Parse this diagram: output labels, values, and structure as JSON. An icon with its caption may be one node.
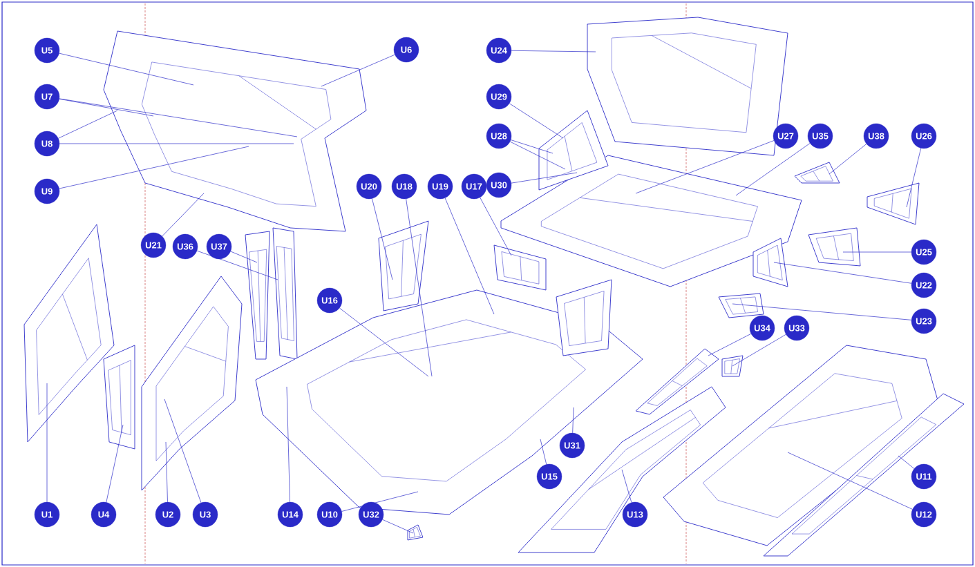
{
  "diagram": {
    "nodes": [
      {
        "text": [
          "U5"
        ]
      },
      {
        "text": [
          "U6"
        ]
      },
      {
        "text": [
          "U7"
        ]
      },
      {
        "text": [
          "U8"
        ]
      },
      {
        "text": [
          "U9"
        ]
      },
      {
        "text": [
          "U21"
        ]
      },
      {
        "text": [
          "U36"
        ]
      },
      {
        "text": [
          "U37"
        ]
      },
      {
        "text": [
          "U1"
        ]
      },
      {
        "text": [
          "U4"
        ]
      },
      {
        "text": [
          "U2"
        ]
      },
      {
        "text": [
          "U3"
        ]
      },
      {
        "text": [
          "U14"
        ]
      },
      {
        "text": [
          "U10"
        ]
      },
      {
        "text": [
          "U32"
        ]
      },
      {
        "text": [
          "U16"
        ]
      },
      {
        "text": [
          "U20"
        ]
      },
      {
        "text": [
          "U18"
        ]
      },
      {
        "text": [
          "U19"
        ]
      },
      {
        "text": [
          "U17"
        ]
      },
      {
        "text": [
          "U15"
        ]
      },
      {
        "text": [
          "U31"
        ]
      },
      {
        "text": [
          "U13"
        ]
      },
      {
        "text": [
          "U24"
        ]
      },
      {
        "text": [
          "U29"
        ]
      },
      {
        "text": [
          "U28"
        ]
      },
      {
        "text": [
          "U30"
        ]
      },
      {
        "text": [
          "U27"
        ]
      },
      {
        "text": [
          "U35"
        ]
      },
      {
        "text": [
          "U38"
        ]
      },
      {
        "text": [
          "U26"
        ]
      },
      {
        "text": [
          "U25"
        ]
      },
      {
        "text": [
          "U22"
        ]
      },
      {
        "text": [
          "U23"
        ]
      },
      {
        "text": [
          "U34"
        ]
      },
      {
        "text": [
          "U33"
        ]
      },
      {
        "text": [
          "U11"
        ]
      },
      {
        "text": [
          "U12"
        ]
      },
      {
        "text": [],
        "shape": "picture"
      },
      {
        "text": [],
        "shape": "picture"
      },
      {
        "text": [],
        "shape": "picture"
      },
      {
        "text": [],
        "shape": "picture"
      },
      {
        "text": [],
        "shape": "picture"
      },
      {
        "text": [],
        "shape": "picture"
      },
      {
        "text": [],
        "shape": "picture"
      },
      {
        "text": [],
        "shape": "picture"
      },
      {
        "text": [],
        "shape": "picture"
      },
      {
        "text": [],
        "shape": "picture"
      },
      {
        "text": [],
        "shape": "picture"
      },
      {
        "text": [],
        "shape": "picture"
      },
      {
        "text": [],
        "shape": "picture"
      },
      {
        "text": [],
        "shape": "picture"
      },
      {
        "text": [],
        "shape": "picture"
      },
      {
        "text": [],
        "shape": "picture"
      },
      {
        "text": [],
        "shape": "picture"
      },
      {
        "text": [],
        "shape": "picture"
      },
      {
        "text": [],
        "shape": "picture"
      },
      {
        "text": [],
        "shape": "picture"
      },
      {
        "text": [],
        "shape": "picture"
      },
      {
        "text": [],
        "shape": "picture"
      },
      {
        "text": [],
        "shape": "picture"
      },
      {
        "text": [],
        "shape": "picture"
      }
    ],
    "edges": [
      {
        "from": 0,
        "to": 38,
        "arrow": "none"
      },
      {
        "from": 1,
        "to": 38,
        "arrow": "none"
      },
      {
        "from": 2,
        "to": 38,
        "arrow": "none"
      },
      {
        "from": 2,
        "to": 38,
        "arrow": "none"
      },
      {
        "from": 3,
        "to": 38,
        "arrow": "none"
      },
      {
        "from": 3,
        "to": 38,
        "arrow": "none"
      },
      {
        "from": 4,
        "to": 38,
        "arrow": "none"
      },
      {
        "from": 5,
        "to": 38,
        "arrow": "none"
      },
      {
        "from": 6,
        "to": 43,
        "arrow": "none"
      },
      {
        "from": 7,
        "to": 42,
        "arrow": "none"
      },
      {
        "from": 8,
        "to": 39,
        "arrow": "none"
      },
      {
        "from": 9,
        "to": 40,
        "arrow": "none"
      },
      {
        "from": 10,
        "to": 41,
        "arrow": "none"
      },
      {
        "from": 11,
        "to": 41,
        "arrow": "none"
      },
      {
        "from": 12,
        "to": 44,
        "arrow": "none"
      },
      {
        "from": 13,
        "to": 44,
        "arrow": "none"
      },
      {
        "from": 14,
        "to": 61,
        "arrow": "none"
      },
      {
        "from": 15,
        "to": 44,
        "arrow": "none"
      },
      {
        "from": 16,
        "to": 45,
        "arrow": "none"
      },
      {
        "from": 17,
        "to": 44,
        "arrow": "none"
      },
      {
        "from": 18,
        "to": 44,
        "arrow": "none"
      },
      {
        "from": 19,
        "to": 56,
        "arrow": "none"
      },
      {
        "from": 20,
        "to": 44,
        "arrow": "none"
      },
      {
        "from": 21,
        "to": 44,
        "arrow": "none"
      },
      {
        "from": 22,
        "to": 58,
        "arrow": "none"
      },
      {
        "from": 23,
        "to": 47,
        "arrow": "none"
      },
      {
        "from": 24,
        "to": 49,
        "arrow": "none"
      },
      {
        "from": 25,
        "to": 49,
        "arrow": "none"
      },
      {
        "from": 25,
        "to": 49,
        "arrow": "none"
      },
      {
        "from": 26,
        "to": 49,
        "arrow": "none"
      },
      {
        "from": 27,
        "to": 48,
        "arrow": "none"
      },
      {
        "from": 28,
        "to": 48,
        "arrow": "none"
      },
      {
        "from": 29,
        "to": 50,
        "arrow": "none"
      },
      {
        "from": 30,
        "to": 51,
        "arrow": "none"
      },
      {
        "from": 31,
        "to": 52,
        "arrow": "none"
      },
      {
        "from": 32,
        "to": 53,
        "arrow": "none"
      },
      {
        "from": 33,
        "to": 54,
        "arrow": "none"
      },
      {
        "from": 34,
        "to": 57,
        "arrow": "none"
      },
      {
        "from": 35,
        "to": 55,
        "arrow": "none"
      },
      {
        "from": 36,
        "to": 60,
        "arrow": "none"
      },
      {
        "from": 37,
        "to": 59,
        "arrow": "none"
      }
    ]
  }
}
